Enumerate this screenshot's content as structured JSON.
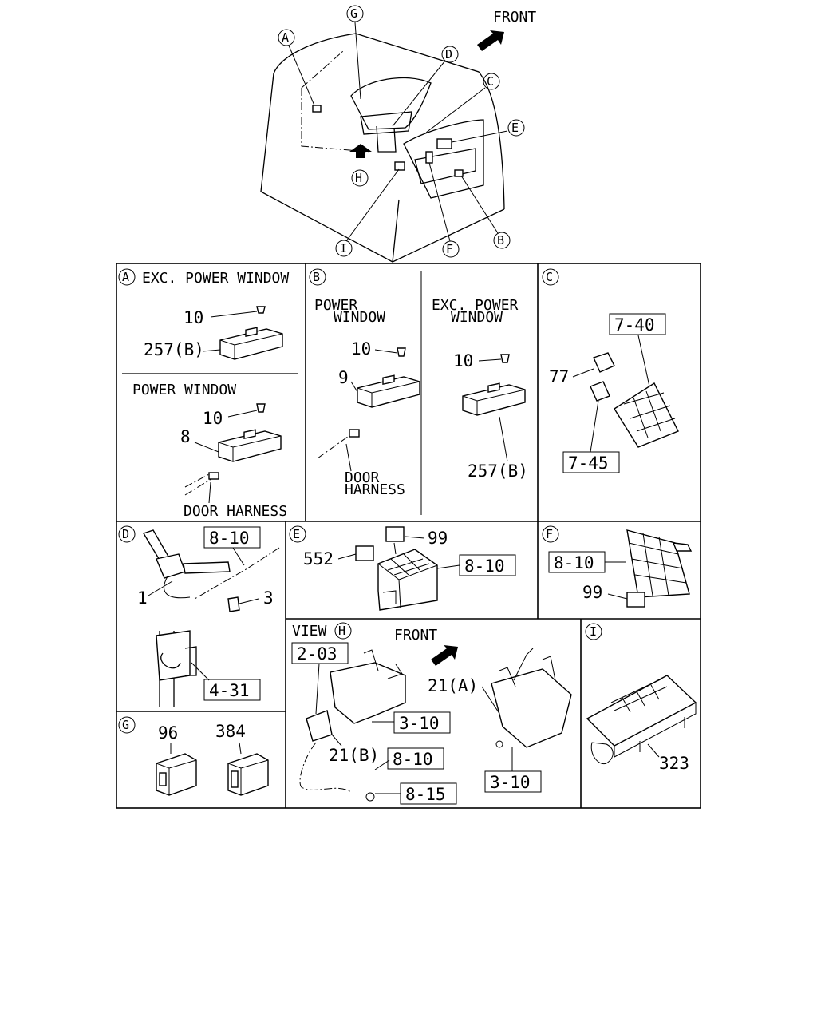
{
  "overview": {
    "front_label": "FRONT",
    "callouts": [
      "A",
      "G",
      "D",
      "C",
      "E",
      "H",
      "I",
      "F",
      "B"
    ]
  },
  "panels": {
    "A": {
      "letter": "A",
      "title": "EXC. POWER WINDOW",
      "sub_title": "POWER WINDOW",
      "parts": [
        "10",
        "257(B)",
        "10",
        "8"
      ],
      "harness": "DOOR HARNESS"
    },
    "B": {
      "letter": "B",
      "left_title_1": "POWER",
      "left_title_2": "WINDOW",
      "right_title_1": "EXC. POWER",
      "right_title_2": "WINDOW",
      "parts": [
        "10",
        "9",
        "10",
        "257(B)"
      ],
      "harness_1": "DOOR",
      "harness_2": "HARNESS"
    },
    "C": {
      "letter": "C",
      "parts": [
        "77"
      ],
      "refs": [
        "7-40",
        "7-45"
      ]
    },
    "D": {
      "letter": "D",
      "parts": [
        "1",
        "3"
      ],
      "refs": [
        "8-10",
        "4-31"
      ]
    },
    "E": {
      "letter": "E",
      "parts": [
        "552",
        "99"
      ],
      "refs": [
        "8-10"
      ]
    },
    "F": {
      "letter": "F",
      "parts": [
        "99"
      ],
      "refs": [
        "8-10"
      ]
    },
    "G": {
      "letter": "G",
      "parts": [
        "96",
        "384"
      ]
    },
    "H": {
      "letter": "H",
      "view_label": "VIEW",
      "front_label": "FRONT",
      "parts": [
        "21(B)",
        "21(A)"
      ],
      "refs": [
        "2-03",
        "3-10",
        "8-10",
        "8-15",
        "3-10"
      ]
    },
    "I": {
      "letter": "I",
      "parts": [
        "323"
      ]
    }
  }
}
